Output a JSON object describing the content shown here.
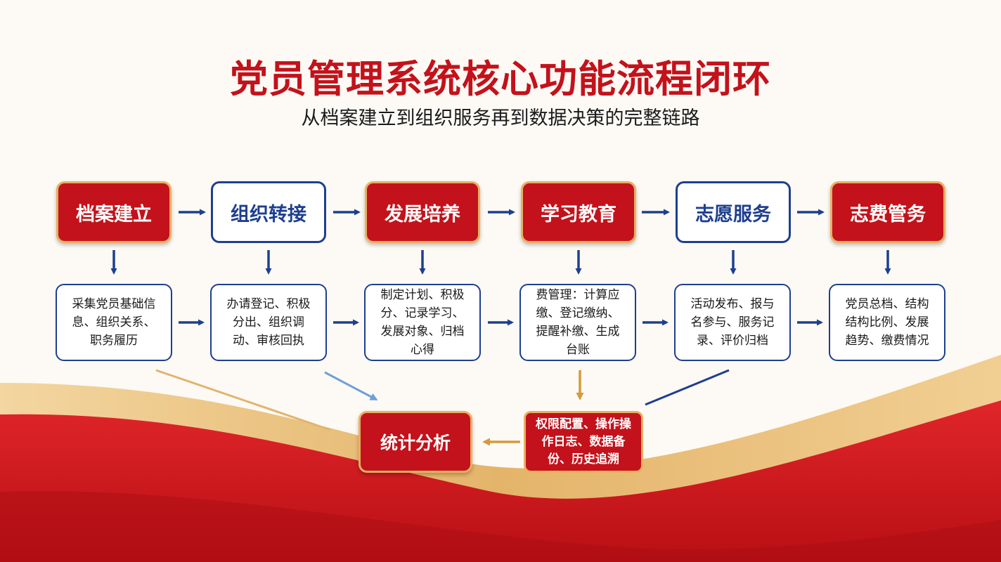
{
  "title": "党员管理系统核心功能流程闭环",
  "subtitle": "从档案建立到组织服务再到数据决策的完整链路",
  "colors": {
    "accent_red": "#c3121b",
    "navy": "#1e3f8f",
    "gold": "#e9b061"
  },
  "stages": [
    {
      "label": "档案建立",
      "style": "red"
    },
    {
      "label": "组织转接",
      "style": "white"
    },
    {
      "label": "发展培养",
      "style": "red"
    },
    {
      "label": "学习教育",
      "style": "red"
    },
    {
      "label": "志愿服务",
      "style": "white"
    },
    {
      "label": "志费管务",
      "style": "red"
    }
  ],
  "details": [
    "采集党员基础信息、组织关系、职务履历",
    "办请登记、积极分出、组织调动、审核回执",
    "制定计划、积极分、记录学习、发展对象、归档心得",
    "费管理：计算应缴、登记缴纳、提醒补缴、生成台账",
    "活动发布、报与名参与、服务记录、评价归档",
    "党员总档、结构结构比例、发展趋势、缴费情况"
  ],
  "bottom": {
    "stats_label": "统计分析",
    "perm_text": "权限配置、操作操作日志、数据备份、历史追溯"
  }
}
